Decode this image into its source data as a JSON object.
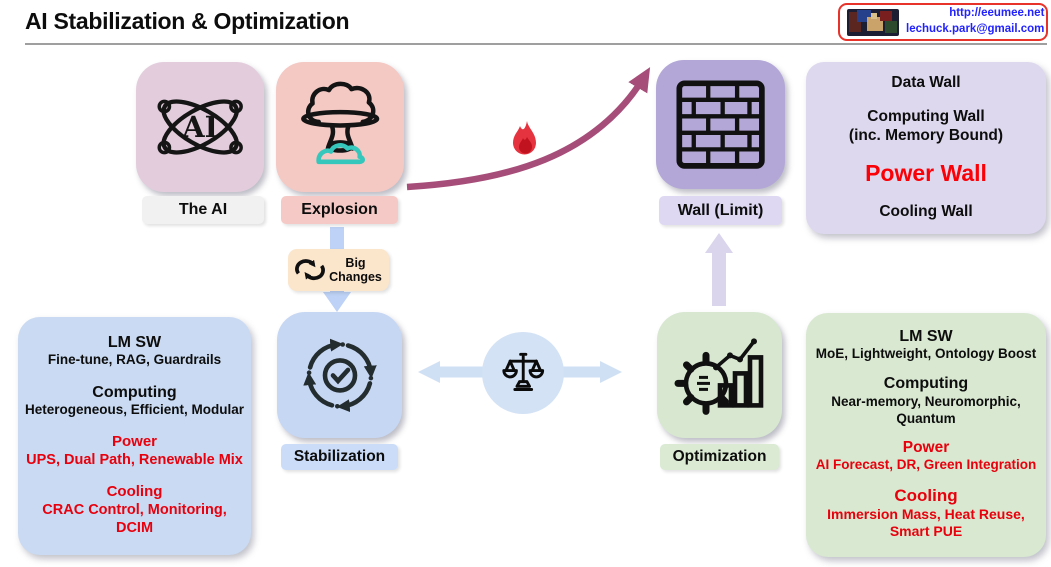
{
  "title": "AI Stabilization & Optimization",
  "contact": {
    "url": "http://eeumee.net",
    "email": "lechuck.park@gmail.com"
  },
  "nodes": {
    "ai": {
      "label": "The AI",
      "icon": "atom-ai-icon"
    },
    "explosion": {
      "label": "Explosion",
      "icon": "mushroom-cloud-icon"
    },
    "wall": {
      "label": "Wall (Limit)",
      "icon": "brick-wall-icon"
    },
    "stabilization": {
      "label": "Stabilization",
      "icon": "cycle-check-icon"
    },
    "optimization": {
      "label": "Optimization",
      "icon": "gear-chart-icon"
    },
    "balance": {
      "icon": "balance-scale-icon"
    },
    "big_changes": {
      "label": "Big Changes",
      "icon": "change-cycle-icon"
    },
    "fire": {
      "icon": "fire-icon"
    }
  },
  "walls_panel": {
    "data_wall": "Data Wall",
    "computing_wall": "Computing Wall",
    "computing_wall_note": "(inc. Memory Bound)",
    "power_wall": "Power Wall",
    "cooling_wall": "Cooling Wall"
  },
  "stabilization_panel": {
    "lm_sw_title": "LM SW",
    "lm_sw_items": "Fine-tune, RAG, Guardrails",
    "computing_title": "Computing",
    "computing_items": "Heterogeneous, Efficient, Modular",
    "power_title": "Power",
    "power_items": "UPS, Dual Path, Renewable Mix",
    "cooling_title": "Cooling",
    "cooling_items": "CRAC Control, Monitoring, DCIM"
  },
  "optimization_panel": {
    "lm_sw_title": "LM SW",
    "lm_sw_items": "MoE, Lightweight, Ontology Boost",
    "computing_title": "Computing",
    "computing_items": "Near-memory, Neuromorphic, Quantum",
    "power_title": "Power",
    "power_items": "AI Forecast, DR, Green Integration",
    "cooling_title": "Cooling",
    "cooling_items": "Immersion Mass, Heat Reuse, Smart PUE"
  },
  "colors": {
    "accent_red_text": "#e8000d",
    "power_wall_red": "#fa0007",
    "growth_curve_arrow": "#a64d79",
    "blue_arrow": "#bdd2f6",
    "lavender_arrow": "#dad4ec",
    "contact_link_blue": "#2222ff",
    "panel_blue": "#c9daf2",
    "panel_green": "#d8e8d1",
    "panel_lavender": "#ded8ee",
    "card_ai": "#e3cddd",
    "card_explosion": "#f4c8c3",
    "card_wall": "#b3a7d7",
    "card_stabilization": "#c6d7f4",
    "card_optimization": "#d7e7d0",
    "badge_cream": "#fbe5cb"
  }
}
